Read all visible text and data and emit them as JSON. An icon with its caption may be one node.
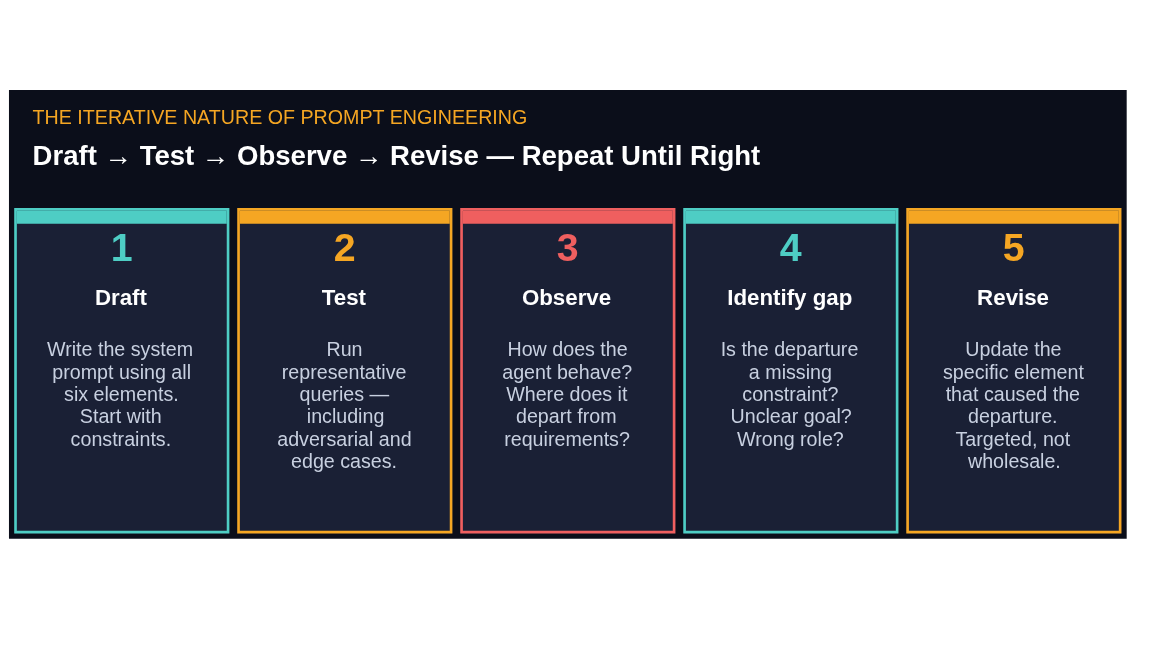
{
  "diagram": {
    "title": "THE ITERATIVE NATURE OF PROMPT ENGINEERING",
    "caption": "Draft → Test → Observe → Revise — Repeat Until Right",
    "nodes": [
      {
        "text": [
          "1",
          "Draft",
          "Write the system prompt using all six elements. Start with constraints."
        ]
      },
      {
        "text": [
          "2",
          "Test",
          "Run representative queries — including adversarial and edge cases."
        ]
      },
      {
        "text": [
          "3",
          "Observe",
          "How does the agent behave? Where does it depart from requirements?"
        ]
      },
      {
        "text": [
          "4",
          "Identify gap",
          "Is the departure a missing constraint? Unclear goal? Wrong role?"
        ]
      },
      {
        "text": [
          "5",
          "Revise",
          "Update the specific element that caused the departure. Targeted, not wholesale."
        ]
      }
    ]
  }
}
